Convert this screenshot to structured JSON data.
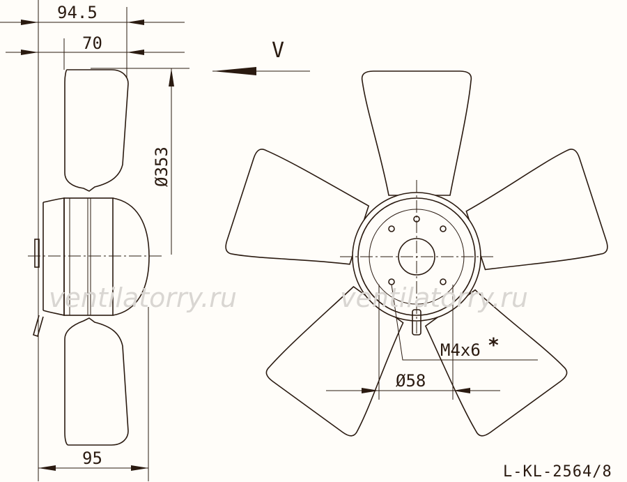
{
  "dimensions": {
    "overall_depth": "94.5",
    "hub_depth": "70",
    "diameter": "Ø353",
    "bottom_width": "95",
    "bolt_circle": "Ø58",
    "thread": "M4x6",
    "thread_mark": "*"
  },
  "view_label": "V",
  "watermarks": [
    "ventilatorry.ru",
    "ventilatorry.ru"
  ],
  "drawing_code": "L-KL-2564/8"
}
